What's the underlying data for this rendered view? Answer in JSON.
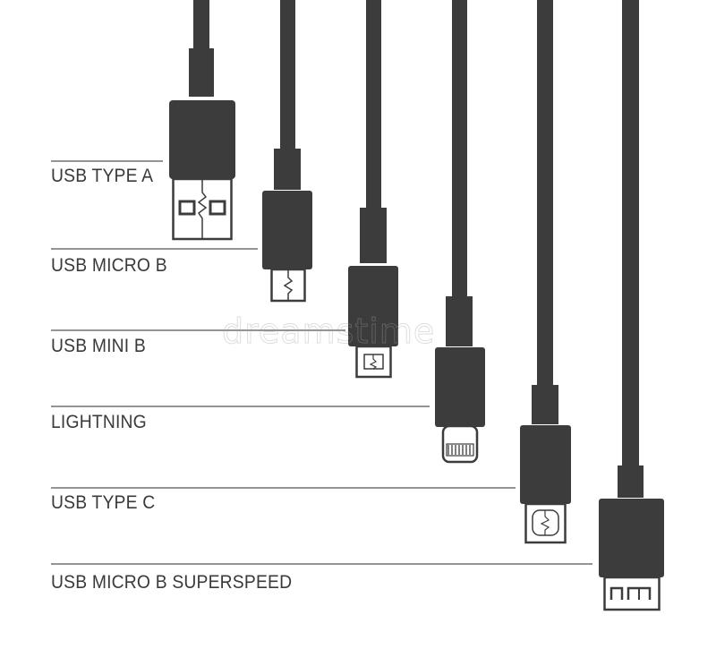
{
  "colors": {
    "cable": "#3c3c3c",
    "plug": "#ffffff",
    "line": "#555555",
    "text": "#3a3a3a"
  },
  "labels": {
    "usb_type_a": "USB TYPE A",
    "usb_micro_b": "USB MICRO B",
    "usb_mini_b": "USB MINI B",
    "lightning": "LIGHTNING",
    "usb_type_c": "USB TYPE C",
    "usb_micro_b_superspeed": "USB MICRO B SUPERSPEED"
  },
  "watermark": "dreamstime"
}
